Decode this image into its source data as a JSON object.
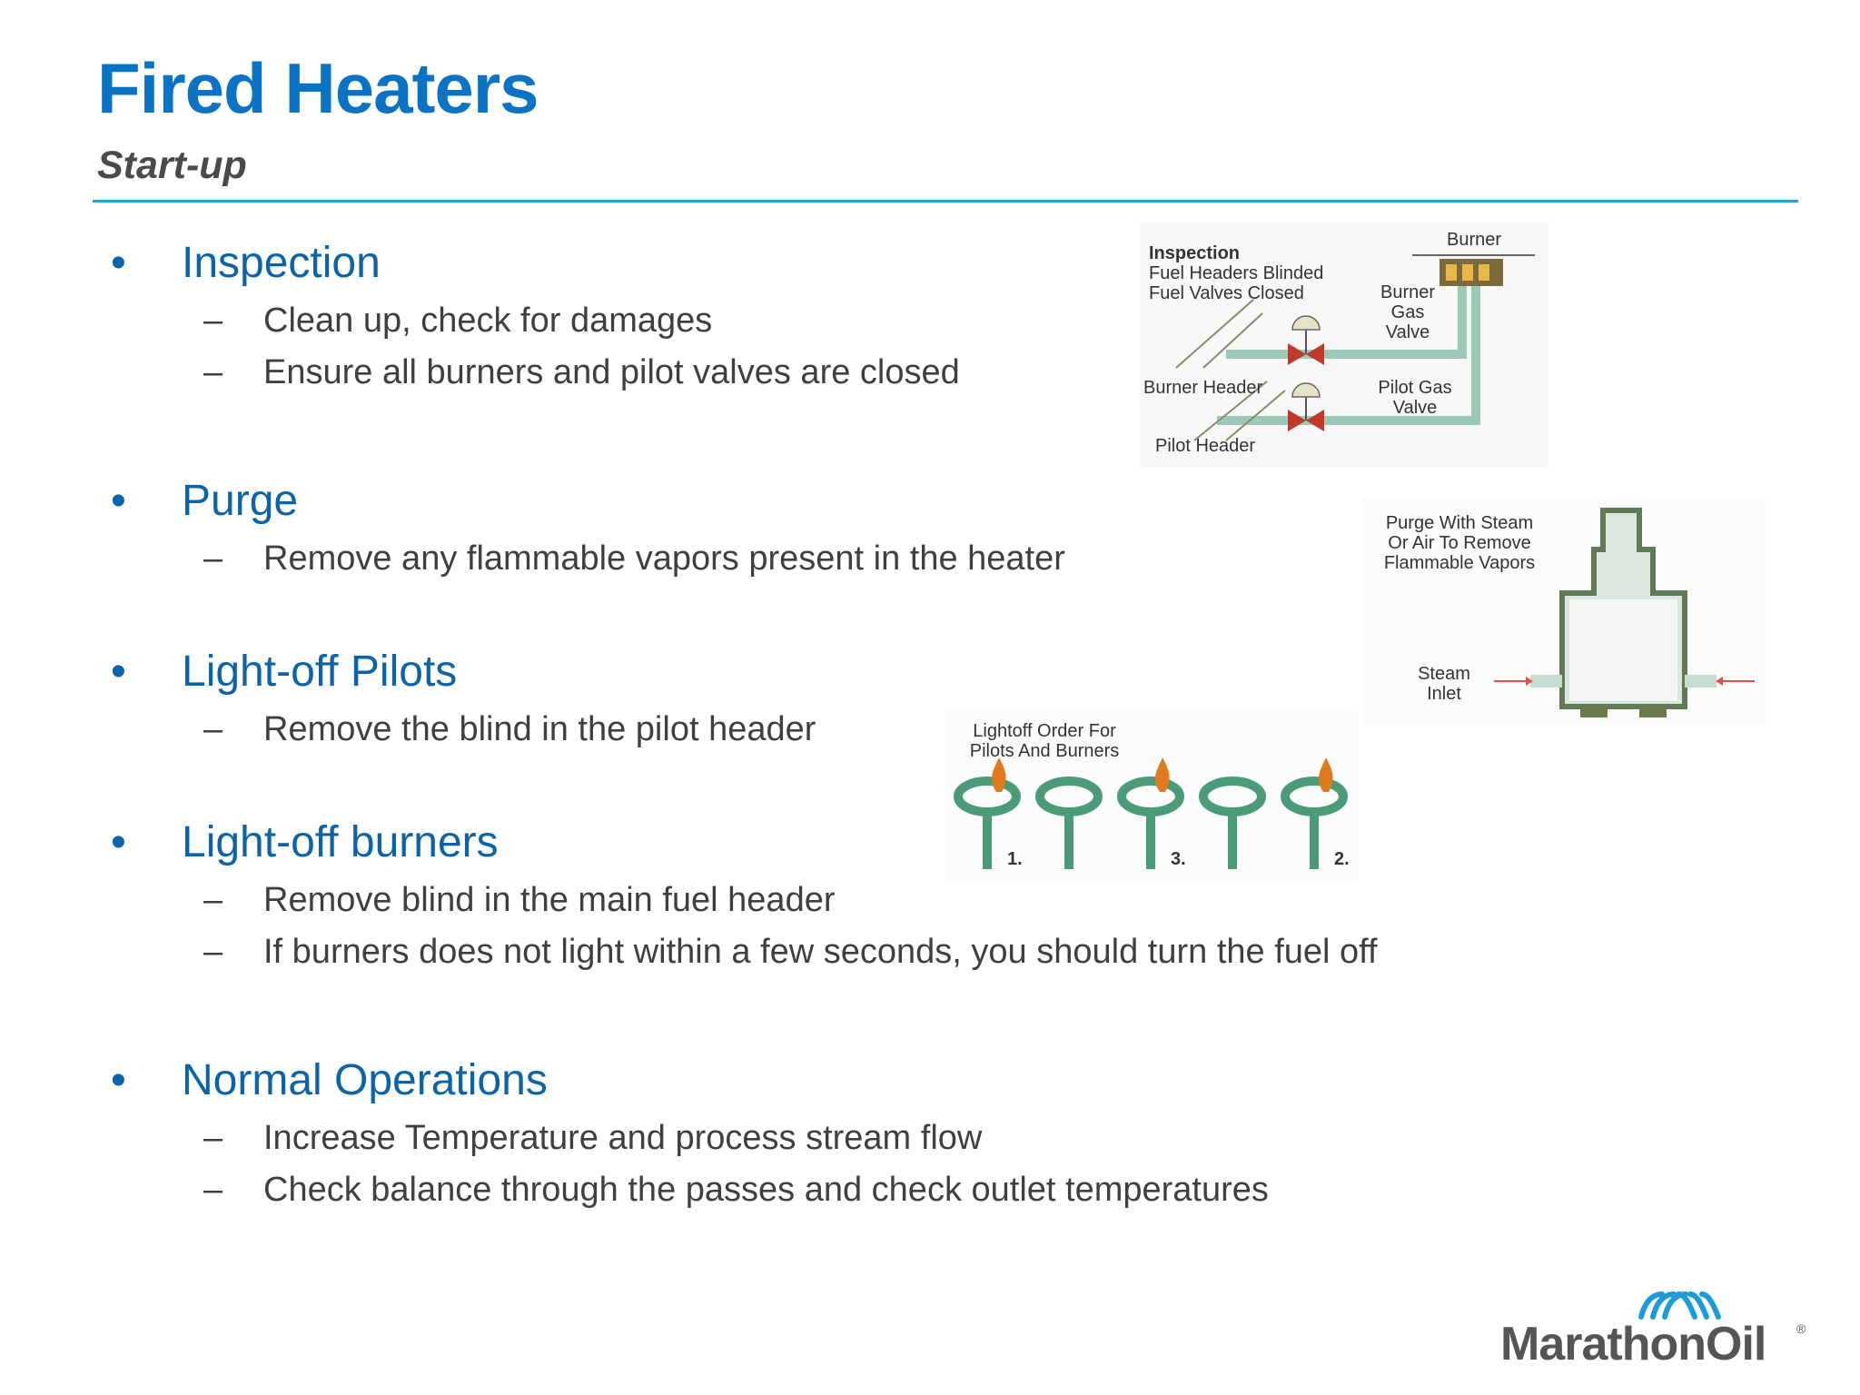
{
  "slide": {
    "title": "Fired Heaters",
    "subtitle": "Start-up"
  },
  "sections": [
    {
      "heading": "Inspection",
      "items": [
        "Clean up, check for damages",
        "Ensure all burners and pilot valves are closed"
      ]
    },
    {
      "heading": "Purge",
      "items": [
        "Remove any flammable vapors present in the heater"
      ]
    },
    {
      "heading": "Light-off Pilots",
      "items": [
        "Remove the blind in the pilot header"
      ]
    },
    {
      "heading": "Light-off burners",
      "items": [
        "Remove blind in the main fuel header",
        "If burners does not light within a few seconds, you should turn the fuel off"
      ]
    },
    {
      "heading": "Normal Operations",
      "items": [
        "Increase Temperature and process stream flow",
        "Check balance through the passes and check outlet temperatures"
      ]
    }
  ],
  "bullet_symbol": "•",
  "dash_symbol": "–",
  "figures": {
    "inspection": {
      "title": "Inspection",
      "line1": "Fuel Headers Blinded",
      "line2": "Fuel Valves Closed",
      "burner": "Burner",
      "burner_gas_valve": [
        "Burner",
        "Gas",
        "Valve"
      ],
      "pilot_gas_valve": [
        "Pilot Gas",
        "Valve"
      ],
      "burner_header": "Burner Header",
      "pilot_header": "Pilot Header"
    },
    "purge": {
      "caption": [
        "Purge With Steam",
        "Or Air To Remove",
        "Flammable Vapors"
      ],
      "steam_inlet": [
        "Steam",
        "Inlet"
      ]
    },
    "lightoff": {
      "caption": [
        "Lightoff Order For",
        "Pilots And Burners"
      ],
      "order_labels": [
        "1.",
        "3.",
        "2."
      ]
    }
  },
  "logo": {
    "name": "MarathonOil",
    "registered": "®"
  },
  "colors": {
    "title": "#0a73c4",
    "heading": "#0c63a8",
    "body_text": "#3f3f3f",
    "rule": "#21a0dc",
    "pipe": "#9cc9b6",
    "valve": "#c0392b",
    "logo_blue": "#1e9bd7",
    "logo_text": "#555555"
  }
}
